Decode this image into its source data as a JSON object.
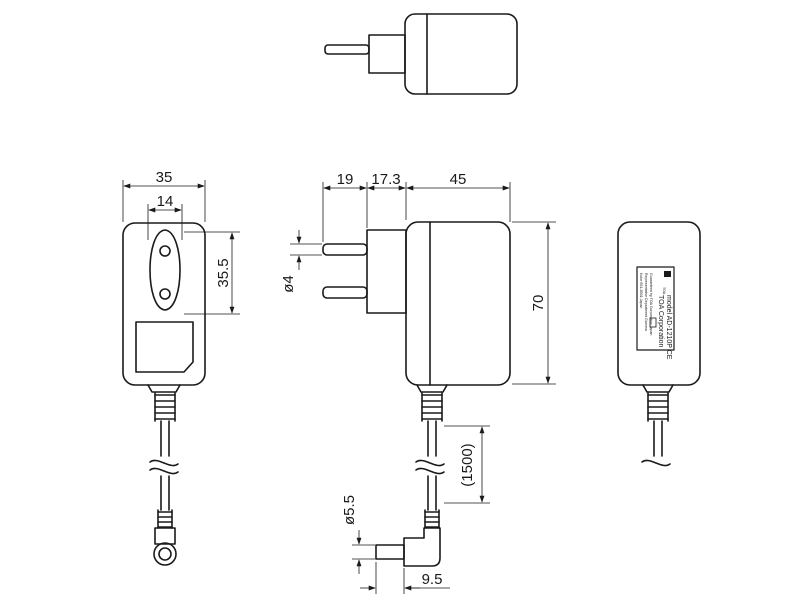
{
  "dimensions": {
    "width_35": "35",
    "pin_spacing_14": "14",
    "height_35_5": "35.5",
    "pin_length_19": "19",
    "collar_17_3": "17.3",
    "body_depth_45": "45",
    "pin_dia_4": "ø4",
    "body_height_70": "70",
    "cable_length_1500": "(1500)",
    "plug_dia_5_5": "ø5.5",
    "plug_length_9_5": "9.5"
  },
  "label": {
    "model": "model AD-1210P CE",
    "brand": "TOA Corporation",
    "fine_print": [
      "Guaranteed by TOA Corporation Japan",
      "Representative Department Gamma",
      "Kobe 651-8501 Japan"
    ],
    "logo_text": "TOA"
  },
  "colors": {
    "line": "#1a1a1a",
    "background": "#ffffff"
  }
}
